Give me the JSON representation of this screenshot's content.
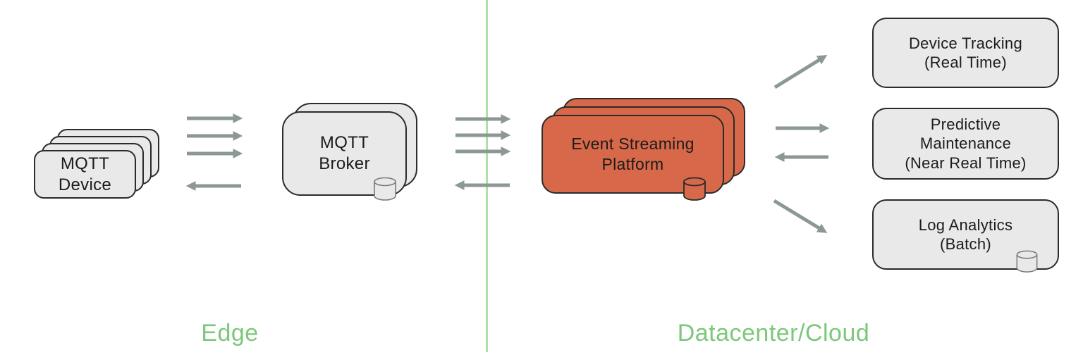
{
  "zones": {
    "edge": {
      "label": "Edge"
    },
    "cloud": {
      "label": "Datacenter/Cloud"
    }
  },
  "nodes": {
    "mqtt_device": {
      "label": "MQTT\nDevice",
      "type": "stacked-box",
      "stack_count": 4
    },
    "mqtt_broker": {
      "label": "MQTT\nBroker",
      "type": "stacked-box",
      "stack_count": 2,
      "icon": "database-icon"
    },
    "event_streaming": {
      "label": "Event Streaming\nPlatform",
      "type": "stacked-box",
      "stack_count": 3,
      "icon": "database-icon"
    },
    "device_tracking": {
      "label": "Device Tracking\n(Real Time)",
      "type": "box"
    },
    "predictive_maintenance": {
      "label": "Predictive\nMaintenance\n(Near Real Time)",
      "type": "box"
    },
    "log_analytics": {
      "label": "Log Analytics\n(Batch)",
      "type": "box",
      "icon": "database-icon"
    }
  },
  "colors": {
    "box_gray": "#e9e9e9",
    "box_border": "#2b2b2b",
    "accent_orange": "#d7694a",
    "arrow_gray": "#8c9894",
    "zone_green": "#7dc77a",
    "divider_green": "#aee0a9",
    "icon_stroke_gray": "#7a7a7a",
    "text_dark": "#1b1b1b"
  }
}
